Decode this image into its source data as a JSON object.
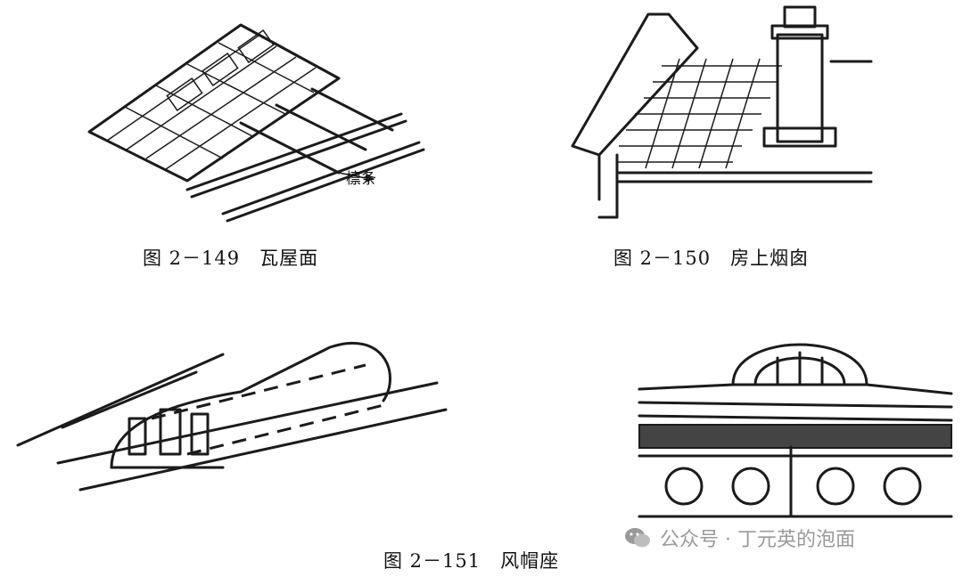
{
  "figures": [
    {
      "id": "2-149",
      "caption": "图 2－149　瓦屋面",
      "callout": "檩条"
    },
    {
      "id": "2-150",
      "caption": "图 2－150　房上烟囱"
    },
    {
      "id": "2-151",
      "caption": "图 2－151　风帽座"
    }
  ],
  "watermark": {
    "text": "公众号 · 丁元英的泡面",
    "icon": "wechat-icon"
  },
  "colors": {
    "ink": "#1b1b1b",
    "watermark": "#9a9a9a",
    "background": "#ffffff"
  }
}
